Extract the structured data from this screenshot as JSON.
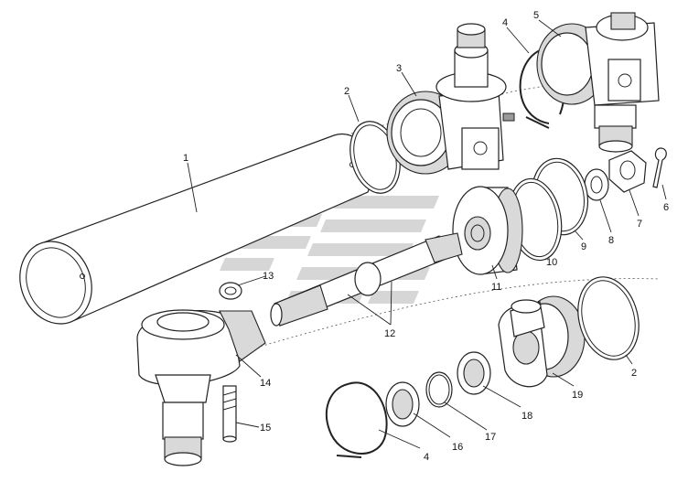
{
  "callouts": {
    "c1": "1",
    "c2_top": "2",
    "c2_right": "2",
    "c3": "3",
    "c4_top": "4",
    "c4_bottom": "4",
    "c5": "5",
    "c6": "6",
    "c7": "7",
    "c8": "8",
    "c9": "9",
    "c10": "10",
    "c11": "11",
    "c12": "12",
    "c13": "13",
    "c14": "14",
    "c15": "15",
    "c16": "16",
    "c17": "17",
    "c18": "18",
    "c19": "19"
  },
  "colors": {
    "line": "#222222",
    "shade": "#d9d9d9",
    "watermark": "#cfcfcf"
  }
}
